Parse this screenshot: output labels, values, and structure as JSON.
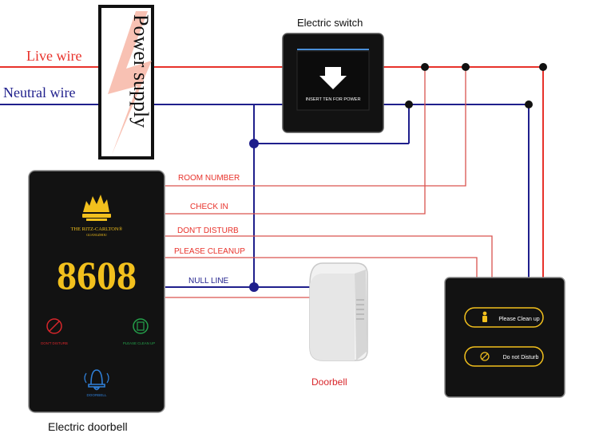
{
  "labels": {
    "live_wire": "Live wire",
    "neutral_wire": "Neutral wire",
    "power_supply": "Power supply",
    "electric_switch": "Electric switch",
    "insert_card": "INSERT TEN FOR POWER",
    "room_number": "ROOM NUMBER",
    "check_in": "CHECK IN",
    "dont_disturb_line": "DON'T DISTURB",
    "please_cleanup_line": "PLEASE CLEANUP",
    "null_line": "NULL LINE",
    "doorbell": "Doorbell",
    "electric_doorbell": "Electric doorbell"
  },
  "doorbell_panel": {
    "brand": "THE RITZ-CARLTON®",
    "city": "GUANGZHOU",
    "room_number": "8608",
    "dnd_label": "DON'T DISTURB",
    "cleanup_label": "PLEASE CLEAN UP",
    "doorbell_label": "DOORBELL"
  },
  "indoor_panel": {
    "clean_button": "Please Clean up",
    "dnd_button": "Do not Disturb"
  },
  "colors": {
    "live": "#e8322b",
    "neutral": "#1f1f8c",
    "signal": "#d9534f",
    "panel": "#121212",
    "gold": "#f2c01d",
    "dnd_red": "#d8262b",
    "clean_green": "#24a04a",
    "bell_blue": "#2f7fd8"
  }
}
